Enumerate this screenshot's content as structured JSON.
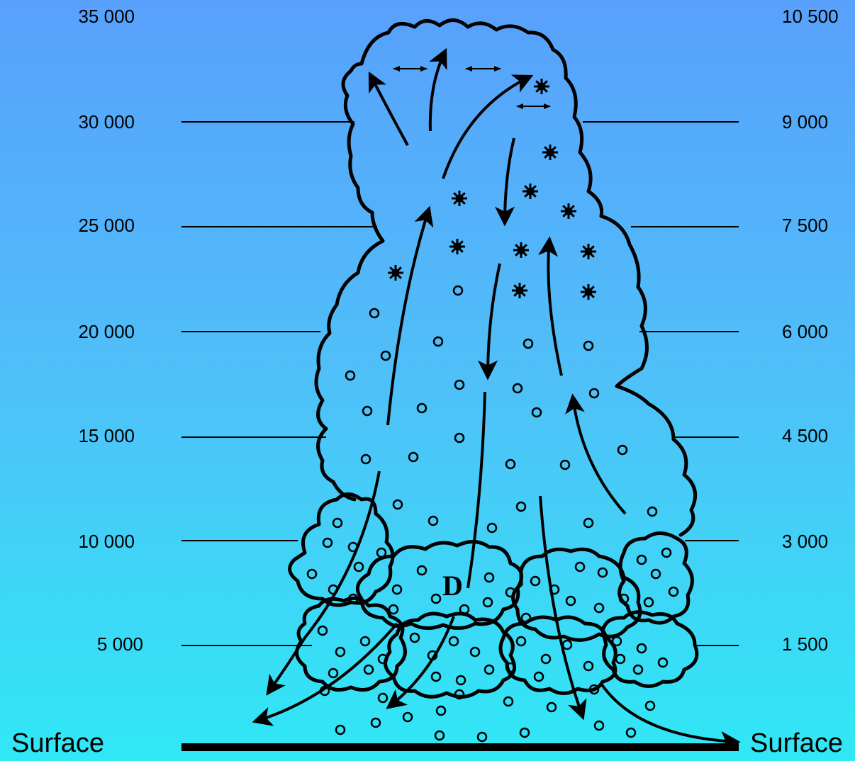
{
  "altitude_feet": [
    "35 000",
    "30 000",
    "25 000",
    "20 000",
    "15 000",
    "10 000",
    "5 000"
  ],
  "altitude_meters": [
    "10 500",
    "9 000",
    "7 500",
    "6 000",
    "4 500",
    "3 000",
    "1 500"
  ],
  "surface_label_left": "Surface",
  "surface_label_right": "Surface",
  "colors": {
    "background_top": "#58a0fc",
    "background_bottom": "#30e8f6",
    "ink": "#000000"
  },
  "icons": [
    "snow-crystal-icon",
    "water-droplet-icon",
    "airflow-arrow-icon",
    "outflow-arrow-icon"
  ]
}
